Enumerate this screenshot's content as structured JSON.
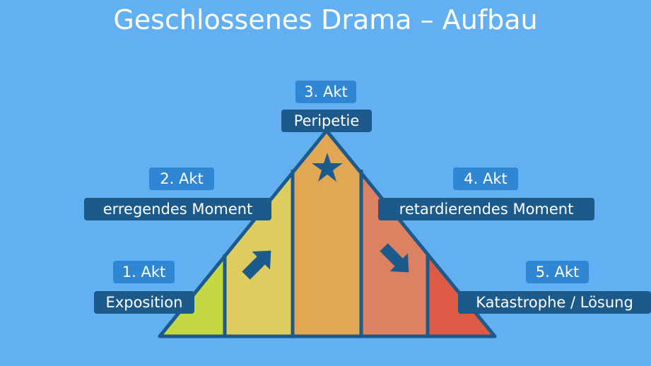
{
  "title": "Geschlossenes Drama – Aufbau",
  "acts": [
    {
      "act": "1. Akt",
      "name": "Exposition",
      "color": "#c3d843"
    },
    {
      "act": "2. Akt",
      "name": "erregendes Moment",
      "color": "#dfcc5e"
    },
    {
      "act": "3. Akt",
      "name": "Peripetie",
      "color": "#e2a752"
    },
    {
      "act": "4. Akt",
      "name": "retardierendes Moment",
      "color": "#dd8260"
    },
    {
      "act": "5. Akt",
      "name": "Katastrophe / Lösung",
      "color": "#dd5a45"
    }
  ],
  "colors": {
    "background": "#62b0f2",
    "outline": "#1d5a8c",
    "act_label": "#2f86d3"
  }
}
